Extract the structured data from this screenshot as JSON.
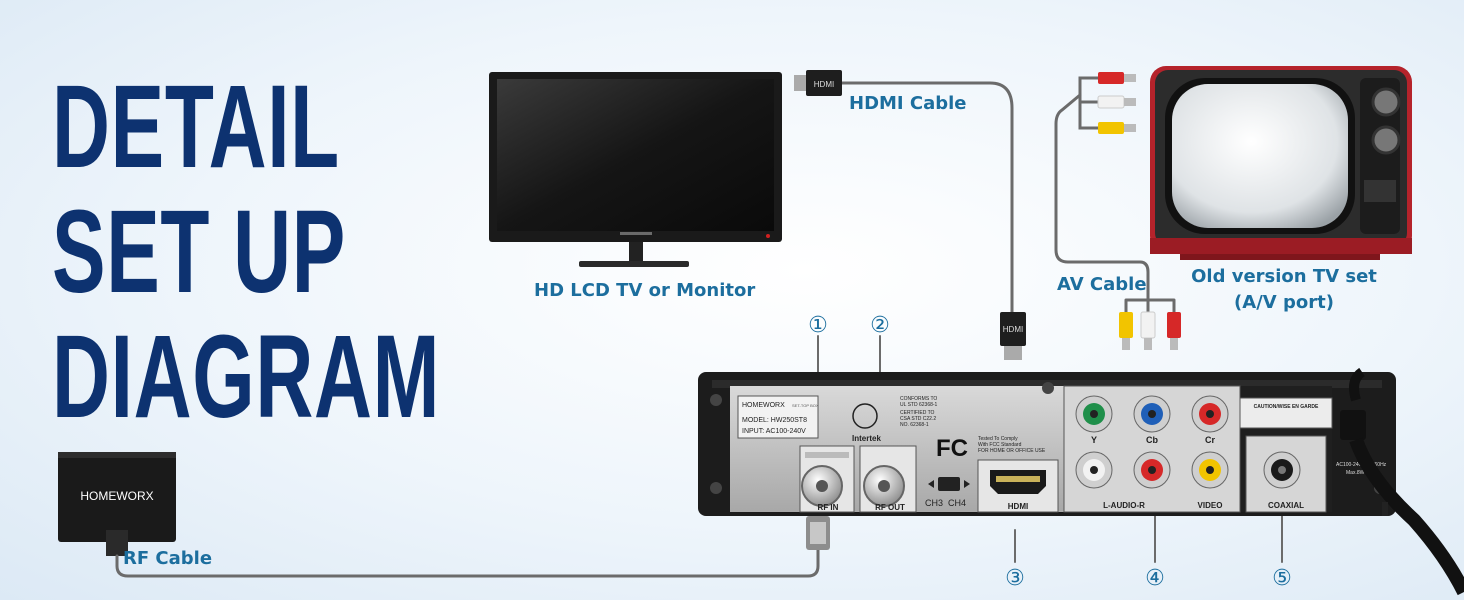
{
  "title": {
    "line1": "DETAIL",
    "line2": "SET UP",
    "line3": "DIAGRAM"
  },
  "devices": {
    "hd_tv": {
      "label": "HD LCD TV or Monitor"
    },
    "old_tv": {
      "label_line1": "Old version TV set",
      "label_line2": "(A/V port)"
    },
    "antenna": {
      "brand": "HOMEWORX"
    },
    "set_top_box": {
      "brand": "HOMEWORX",
      "subtitle": "SET-TOP BOX",
      "model": "MODEL: HW250ST8",
      "input": "INPUT: AC100-240V",
      "conforms": [
        "CONFORMS TO",
        "UL STD 62368-1",
        "CERTIFIED TO",
        "CSA STD C22.2",
        "NO. 62368-1"
      ],
      "intertek": "Intertek",
      "fcc_logo": "FC",
      "fcc_text": [
        "Tested To Comply",
        "With FCC Standard",
        "FOR HOME OR OFFICE USE"
      ],
      "caution": "CAUTION/WISE EN GARDE",
      "power_rating": [
        "AC100-240V~50/60Hz",
        "Max.8W"
      ],
      "ports": {
        "rf_in": "RF IN",
        "rf_out": "RF OUT",
        "ch3": "CH3",
        "ch4": "CH4",
        "hdmi": "HDMI",
        "y": "Y",
        "cb": "Cb",
        "cr": "Cr",
        "audio": "L-AUDIO-R",
        "video": "VIDEO",
        "coaxial": "COAXIAL"
      }
    }
  },
  "cables": {
    "hdmi": "HDMI Cable",
    "av": "AV Cable",
    "rf": "RF Cable",
    "hdmi_plug": "HDMI"
  },
  "callouts": [
    "①",
    "②",
    "③",
    "④",
    "⑤"
  ],
  "colors": {
    "title": "#0d3270",
    "label": "#1c6e9e",
    "cable": "#6b6b6b",
    "old_tv_body": "#b5232b",
    "rca_red": "#d62828",
    "rca_white": "#f2f2f2",
    "rca_yellow": "#f2c400",
    "component_green": "#1f8f4a",
    "component_blue": "#1f5fb8"
  }
}
